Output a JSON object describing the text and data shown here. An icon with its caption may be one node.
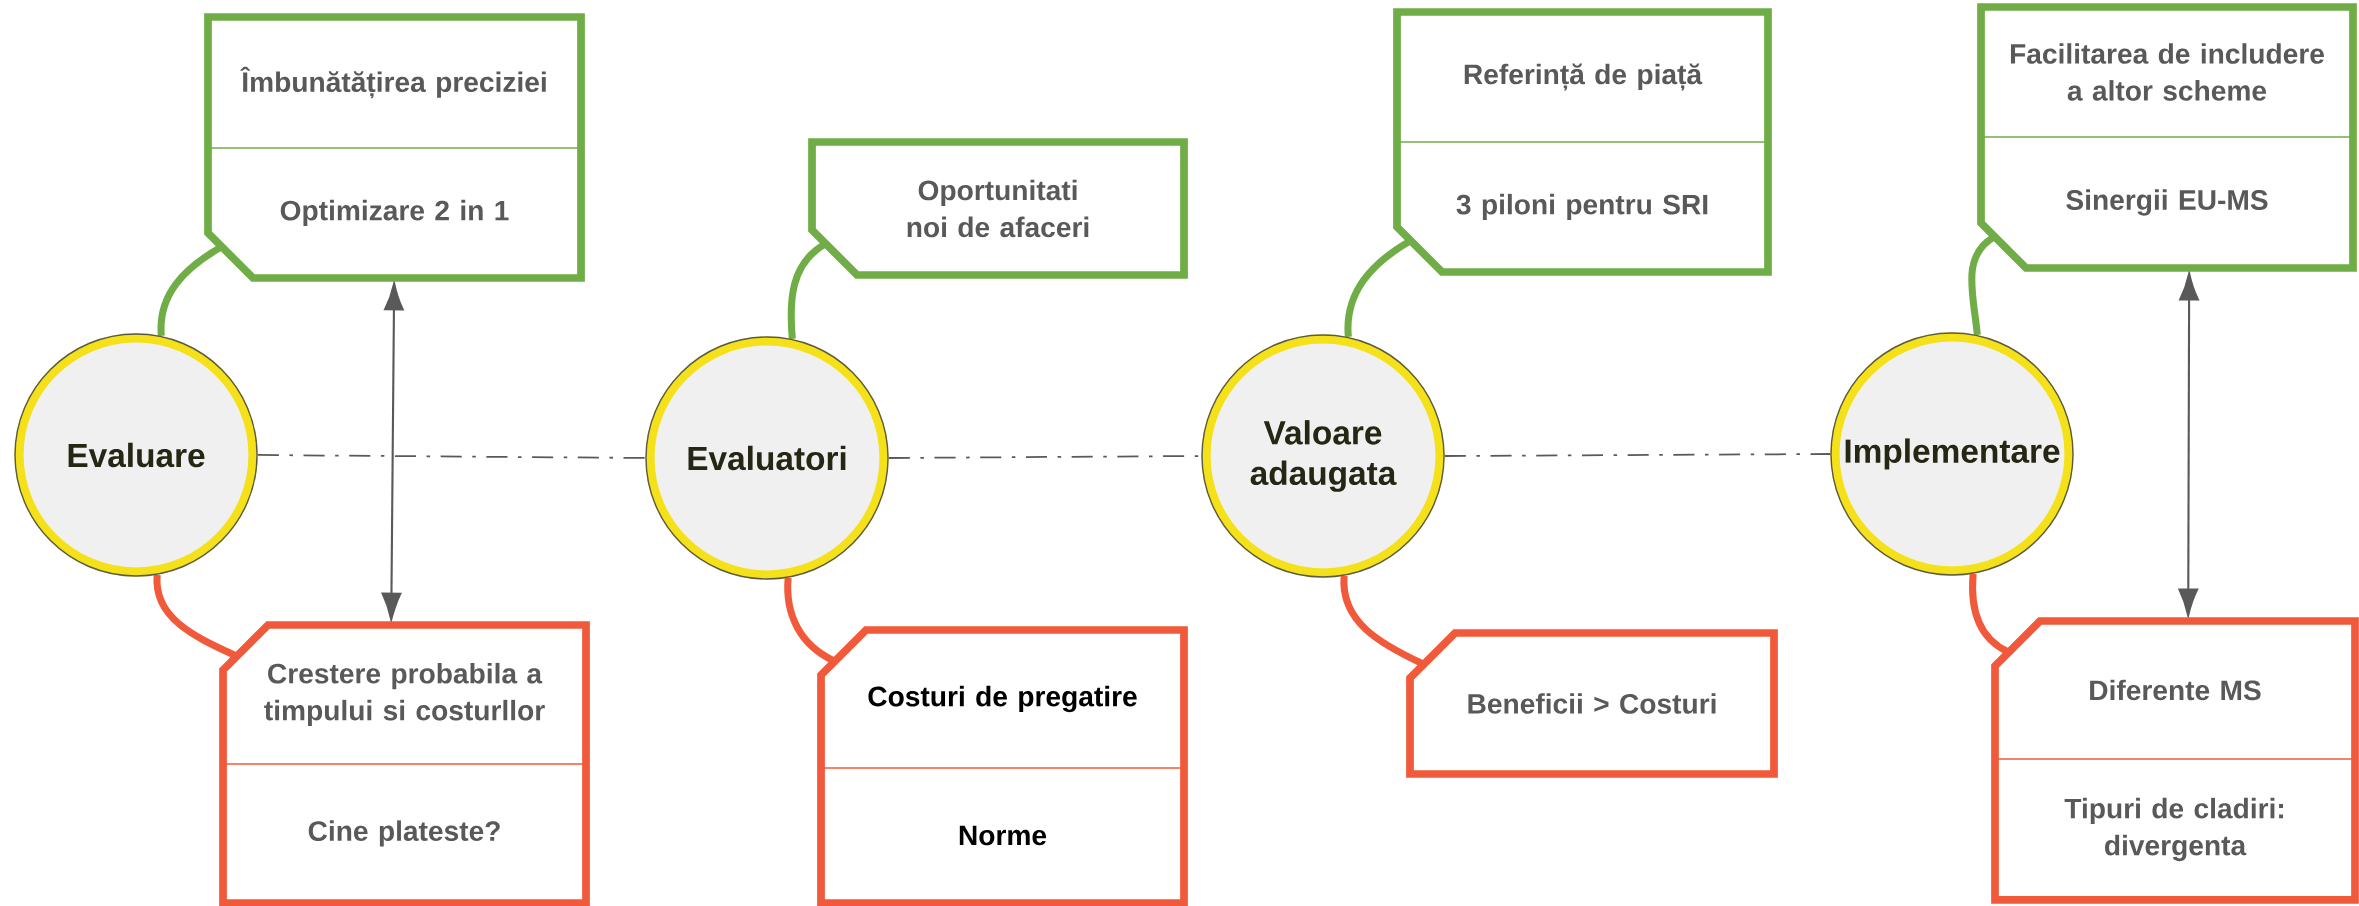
{
  "diagram": {
    "nodes": [
      {
        "text": [
          "Evaluare"
        ]
      },
      {
        "text": [
          "Îmbunătățirea preciziei",
          "Optimizare 2 in 1"
        ]
      },
      {
        "text": [
          "Crestere probabila a timpului si costurllor",
          "Cine plateste?"
        ]
      },
      {
        "text": [
          "Evaluatori"
        ]
      },
      {
        "text": [
          "Oportunitati noi de afaceri"
        ]
      },
      {
        "text": [
          "Costuri de pregatire",
          "Norme"
        ]
      },
      {
        "text": [
          "Valoare adaugata"
        ]
      },
      {
        "text": [
          "Referință de piață",
          "3 piloni pentru SRI"
        ]
      },
      {
        "text": [
          "Beneficii > Costuri"
        ]
      },
      {
        "text": [
          "Implementare"
        ]
      },
      {
        "text": [
          "Facilitarea de includere a altor scheme",
          "Sinergii EU-MS"
        ]
      },
      {
        "text": [
          "Diferente MS",
          "Tipuri de cladiri: divergenta"
        ]
      }
    ],
    "edges": [
      {
        "from": 0,
        "to": 3,
        "arrow": "none",
        "style": "dashed",
        "color": "#595959"
      },
      {
        "from": 3,
        "to": 6,
        "arrow": "none",
        "style": "dashed",
        "color": "#595959"
      },
      {
        "from": 6,
        "to": 9,
        "arrow": "none",
        "style": "dashed",
        "color": "#595959"
      },
      {
        "from": 0,
        "to": 1,
        "arrow": "none",
        "color": "#70ad47"
      },
      {
        "from": 0,
        "to": 2,
        "arrow": "none",
        "color": "#f05a3a"
      },
      {
        "from": 3,
        "to": 4,
        "arrow": "none",
        "color": "#70ad47"
      },
      {
        "from": 3,
        "to": 5,
        "arrow": "none",
        "color": "#f05a3a"
      },
      {
        "from": 6,
        "to": 7,
        "arrow": "none",
        "color": "#70ad47"
      },
      {
        "from": 6,
        "to": 8,
        "arrow": "none",
        "color": "#f05a3a"
      },
      {
        "from": 9,
        "to": 10,
        "arrow": "none",
        "color": "#70ad47"
      },
      {
        "from": 9,
        "to": 11,
        "arrow": "none",
        "color": "#f05a3a"
      },
      {
        "from": 1,
        "to": 2,
        "arrow": "both",
        "color": "#595959"
      },
      {
        "from": 10,
        "to": 11,
        "arrow": "both",
        "color": "#595959"
      }
    ]
  }
}
